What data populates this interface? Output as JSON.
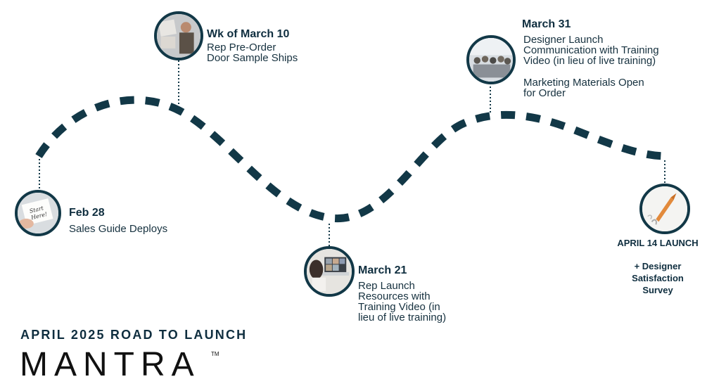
{
  "colors": {
    "road": "#123847",
    "text": "#0f2e3f"
  },
  "milestones": [
    {
      "id": "feb28",
      "title": "Feb 28",
      "lines": [
        "Sales Guide Deploys"
      ],
      "image": "start-here-note-image"
    },
    {
      "id": "march10",
      "title": "Wk of March 10",
      "lines": [
        "Rep Pre-Order",
        "Door Sample Ships"
      ],
      "image": "man-carrying-boxes-image"
    },
    {
      "id": "march21",
      "title": "March 21",
      "lines": [
        "Rep Launch",
        "Resources with",
        "Training Video (in",
        "lieu of live training)"
      ],
      "image": "video-call-laptop-image"
    },
    {
      "id": "march31",
      "title": "March 31",
      "lines": [
        "Designer Launch",
        "Communication with Training",
        "Video (in lieu of live training)"
      ],
      "lines2": [
        "Marketing Materials Open",
        "for Order"
      ],
      "image": "audience-meeting-image"
    },
    {
      "id": "april14",
      "title": "APRIL 14 LAUNCH",
      "lines": [
        "+ Designer",
        "Satisfaction",
        "Survey"
      ],
      "image": "paper-rocket-image"
    }
  ],
  "footer": {
    "heading": "APRIL 2025 ROAD TO LAUNCH",
    "brand": "MANTRA",
    "trademark": "TM"
  }
}
